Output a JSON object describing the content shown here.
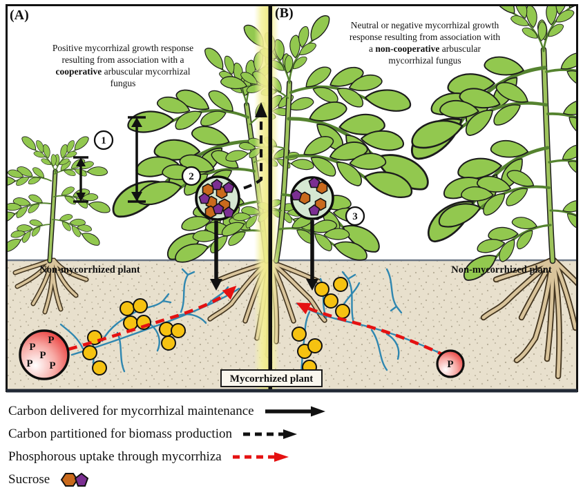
{
  "panel_a": {
    "label": "(A)",
    "description": {
      "line1": "Positive mycorrhizal growth response",
      "line2": "resulting from association with a",
      "line3_bold": "cooperative",
      "line3_rest": " arbuscular mycorrhizal",
      "line4": "fungus"
    },
    "soil_label": "Non-mycorrhized plant"
  },
  "panel_b": {
    "label": "(B)",
    "description": {
      "line1": "Neutral or negative mycorrhizal growth",
      "line2": "response resulting from association with",
      "line3_pre": "a ",
      "line3_bold": "non-cooperative",
      "line3_rest": " arbuscular",
      "line4": "mycorrhizal fungus"
    },
    "soil_label": "Non-mycorrhized plant"
  },
  "center_label": {
    "text": "Mycorrhized plant"
  },
  "markers": {
    "one": "1",
    "two": "2",
    "three": "3"
  },
  "phosphorus_symbol": "P",
  "legend": {
    "items": [
      {
        "label": "Carbon delivered for mycorrhizal maintenance",
        "style": "solid-black-arrow"
      },
      {
        "label": "Carbon partitioned for biomass production",
        "style": "dashed-black-arrow"
      },
      {
        "label": "Phosphorous uptake through mycorrhiza",
        "style": "dashed-red-arrow"
      },
      {
        "label": "Sucrose",
        "style": "sucrose-glyphs"
      }
    ]
  },
  "colors": {
    "leaf_green": "#92c84f",
    "soil_beige": "#e8e0cd",
    "hypha_blue": "#2f87b0",
    "vesicle_yellow": "#f6c211",
    "phosphorus_red": "#e51111",
    "sucrose_orange": "#c96a1d",
    "sucrose_purple": "#7b2f92",
    "divider_glow_yellow": "#f1ec8a",
    "inset_circle_green": "#d5e8d2",
    "arrow_black": "#111111"
  }
}
